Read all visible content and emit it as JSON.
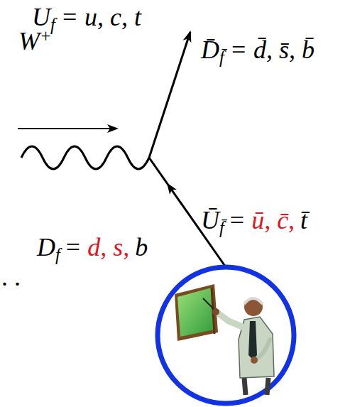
{
  "diagram": {
    "labels": [
      "W",
      "+",
      "U",
      "f",
      "= u, c, t",
      "D̄",
      "f̄",
      "= d̄, s̄, b̄",
      "Ū",
      "f̄",
      "=",
      "ū, c̄,",
      "t̄",
      "D",
      "f",
      "=",
      "d, s,",
      "b",
      ". ."
    ]
  }
}
